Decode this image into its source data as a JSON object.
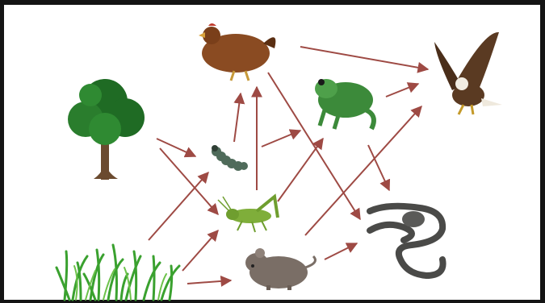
{
  "colors": {
    "frame": "#141414",
    "background": "#ffffff",
    "arrow": "#9e4a44",
    "leaf": "#1f6b24",
    "trunk": "#6b4a2f",
    "grass": "#3aa12f",
    "hen": "#8a4b22",
    "frog": "#3c8a3a",
    "eagle": "#5a3a22",
    "snake": "#4a4a48",
    "mouse": "#7a6e66",
    "grasshopper": "#7fae3a",
    "caterpillar": "#4f6b5a"
  },
  "organisms": [
    {
      "id": "tree",
      "name": "tree"
    },
    {
      "id": "grass",
      "name": "grass"
    },
    {
      "id": "caterpillar",
      "name": "caterpillar"
    },
    {
      "id": "grasshopper",
      "name": "grasshopper"
    },
    {
      "id": "mouse",
      "name": "mouse"
    },
    {
      "id": "hen",
      "name": "hen"
    },
    {
      "id": "frog",
      "name": "frog"
    },
    {
      "id": "snake",
      "name": "snake"
    },
    {
      "id": "eagle",
      "name": "eagle"
    }
  ],
  "links": [
    {
      "from": "tree",
      "to": "caterpillar"
    },
    {
      "from": "tree",
      "to": "grasshopper"
    },
    {
      "from": "grass",
      "to": "caterpillar"
    },
    {
      "from": "grass",
      "to": "grasshopper"
    },
    {
      "from": "grass",
      "to": "mouse"
    },
    {
      "from": "caterpillar",
      "to": "hen"
    },
    {
      "from": "grasshopper",
      "to": "hen"
    },
    {
      "from": "caterpillar",
      "to": "frog"
    },
    {
      "from": "grasshopper",
      "to": "frog"
    },
    {
      "from": "hen",
      "to": "snake"
    },
    {
      "from": "hen",
      "to": "eagle"
    },
    {
      "from": "frog",
      "to": "eagle"
    },
    {
      "from": "frog",
      "to": "snake"
    },
    {
      "from": "mouse",
      "to": "eagle"
    },
    {
      "from": "mouse",
      "to": "snake"
    }
  ]
}
